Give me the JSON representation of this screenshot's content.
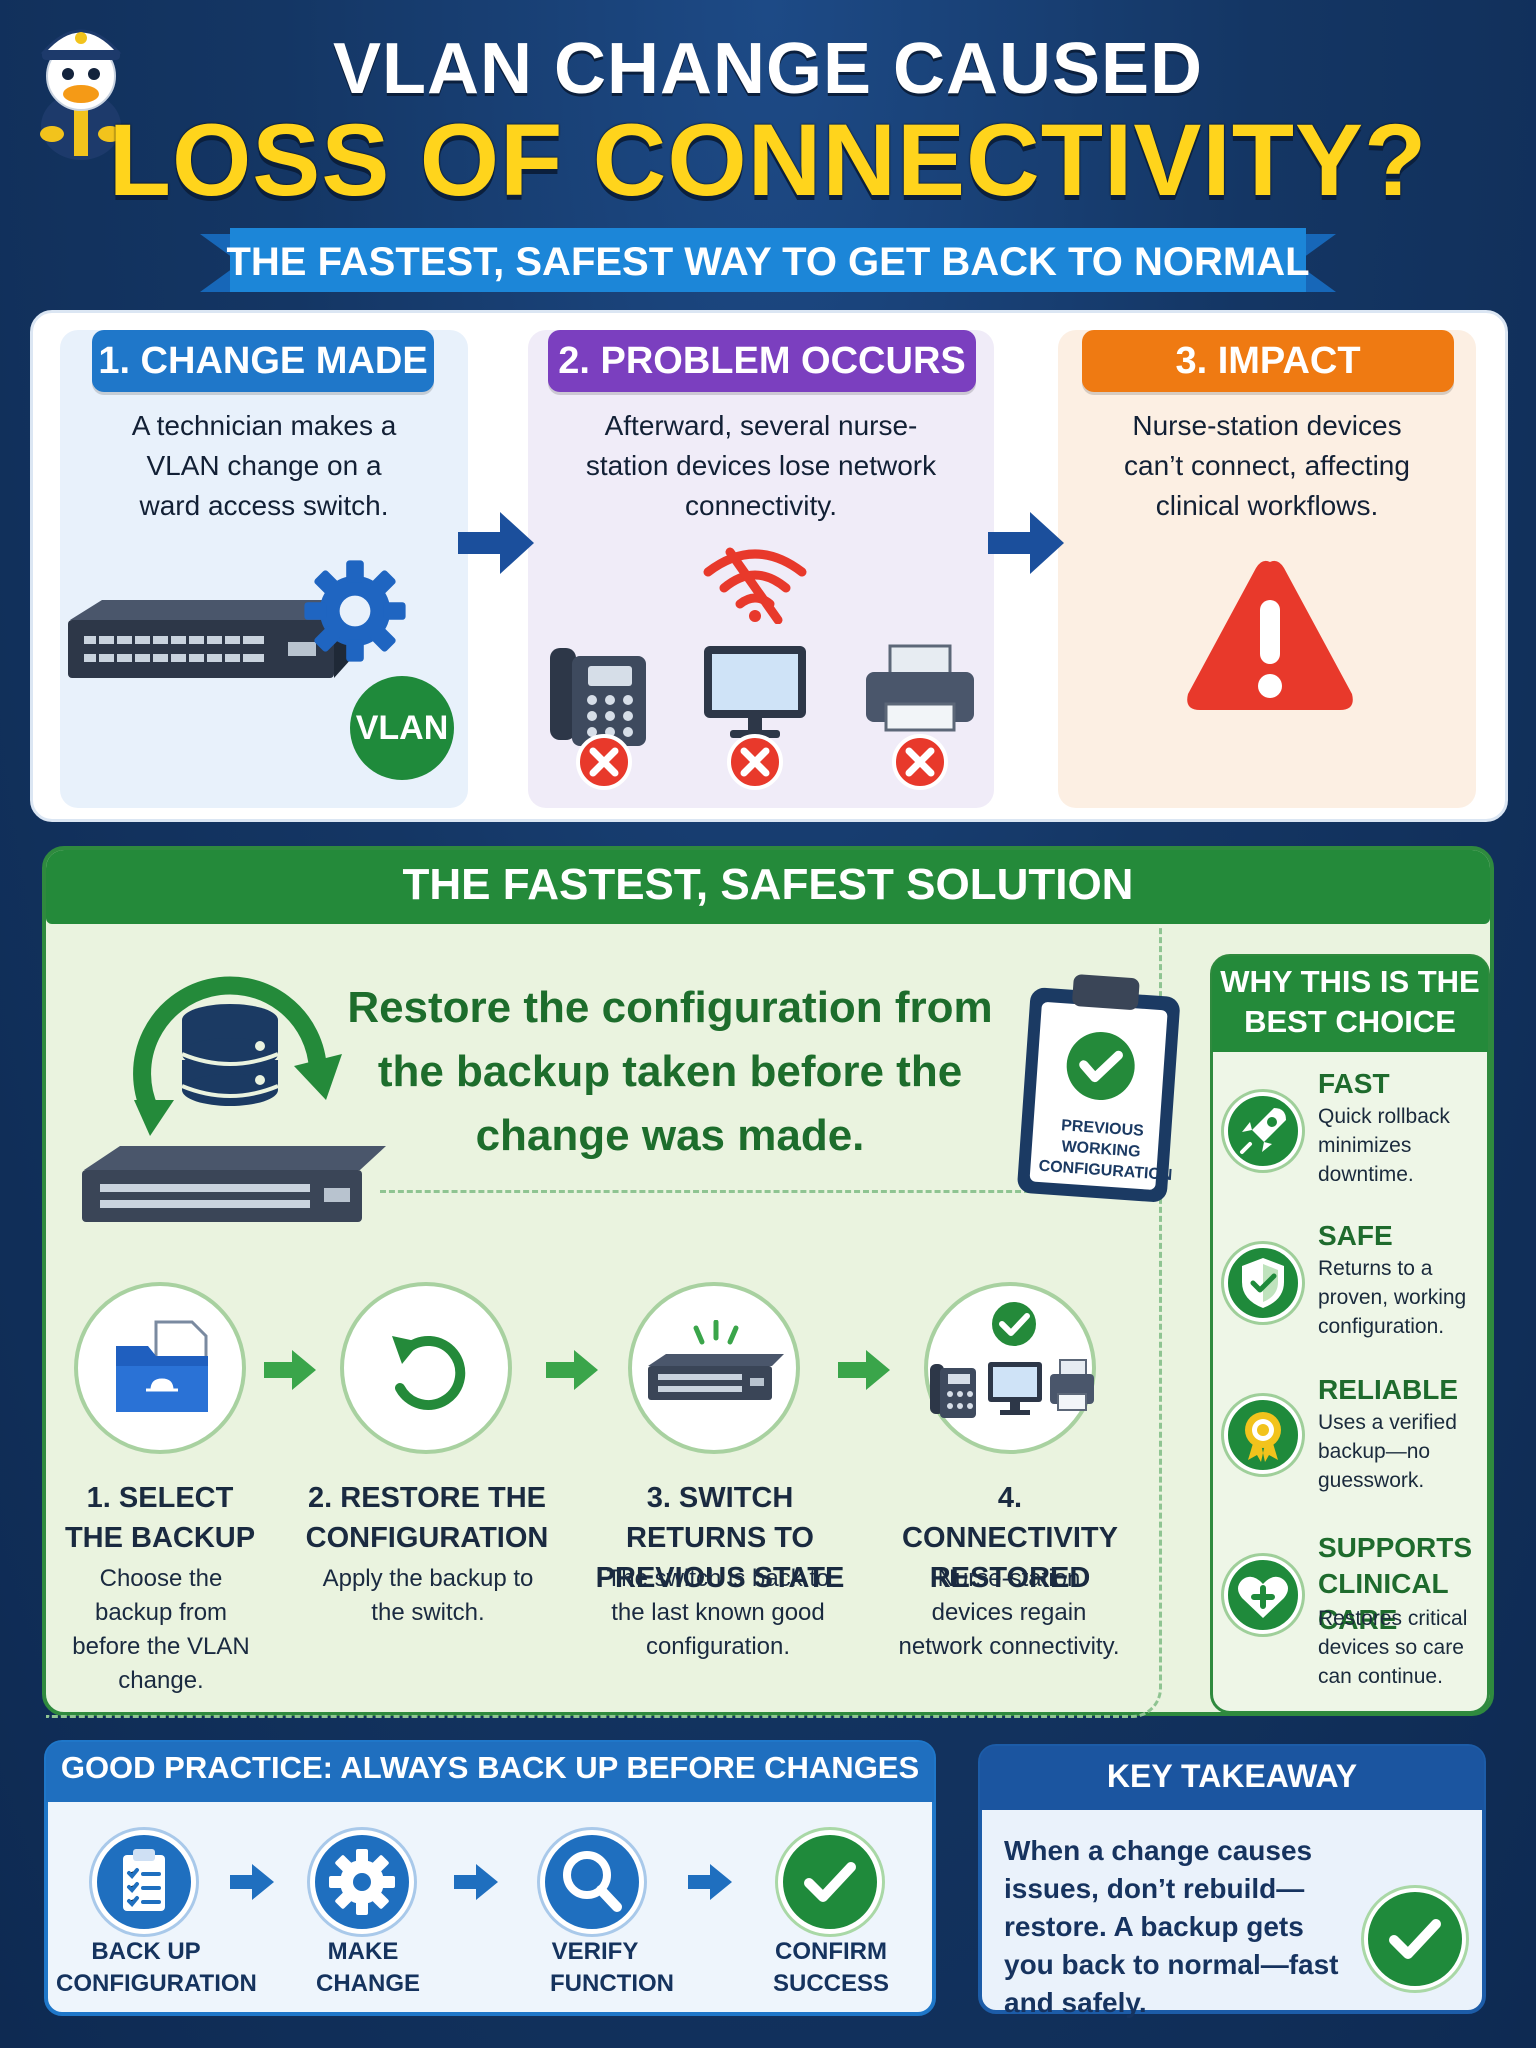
{
  "header": {
    "title_line1": "VLAN CHANGE CAUSED",
    "title_line2": "LOSS OF CONNECTIVITY?",
    "ribbon": "THE FASTEST, SAFEST WAY TO GET BACK TO NORMAL"
  },
  "stages": [
    {
      "label": "1. CHANGE MADE",
      "desc": "A technician makes a VLAN change on a ward access switch.",
      "badge": "VLAN"
    },
    {
      "label": "2. PROBLEM OCCURS",
      "desc": "Afterward, several nurse-station devices lose network connectivity."
    },
    {
      "label": "3. IMPACT",
      "desc": "Nurse-station devices can’t connect, affecting clinical workflows."
    }
  ],
  "solution": {
    "title": "THE FASTEST, SAFEST SOLUTION",
    "text": "Restore the configuration from the backup taken before the change was made.",
    "clipboard": "PREVIOUS WORKING CONFIGURATION",
    "steps": [
      {
        "title": "1. SELECT THE BACKUP",
        "desc": "Choose the backup from before the VLAN change."
      },
      {
        "title": "2. RESTORE THE CONFIGURATION",
        "desc": "Apply the backup to the switch."
      },
      {
        "title": "3. SWITCH RETURNS TO PREVIOUS STATE",
        "desc": "The switch is back to the last known good configuration."
      },
      {
        "title": "4. CONNECTIVITY RESTORED",
        "desc": "Nurse-station devices regain network connectivity."
      }
    ]
  },
  "why": {
    "title": "WHY THIS IS THE BEST CHOICE",
    "items": [
      {
        "name": "FAST",
        "desc": "Quick rollback minimizes downtime.",
        "icon": "rocket-icon"
      },
      {
        "name": "SAFE",
        "desc": "Returns to a proven, working configuration.",
        "icon": "shield-check-icon"
      },
      {
        "name": "RELIABLE",
        "desc": "Uses a verified backup—no guesswork.",
        "icon": "award-ribbon-icon"
      },
      {
        "name": "SUPPORTS CLINICAL CARE",
        "desc": "Restores critical devices so care can continue.",
        "icon": "heart-plus-icon"
      }
    ]
  },
  "good_practice": {
    "title": "GOOD PRACTICE: ALWAYS BACK UP BEFORE CHANGES",
    "steps": [
      {
        "label": "BACK UP CONFIGURATION",
        "icon": "clipboard-checklist-icon"
      },
      {
        "label": "MAKE CHANGE",
        "icon": "gear-icon"
      },
      {
        "label": "VERIFY FUNCTION",
        "icon": "magnifier-icon"
      },
      {
        "label": "CONFIRM SUCCESS",
        "icon": "check-circle-icon"
      }
    ]
  },
  "key_takeaway": {
    "title": "KEY TAKEAWAY",
    "text": "When a change causes issues, don’t rebuild—restore. A backup gets you back to normal—fast and safely."
  },
  "colors": {
    "navy_bg": "#143664",
    "yellow": "#ffd41c",
    "blue": "#1f77c9",
    "purple": "#7b3fbf",
    "orange": "#ef7a12",
    "green": "#248a3a",
    "red": "#e8392b"
  }
}
